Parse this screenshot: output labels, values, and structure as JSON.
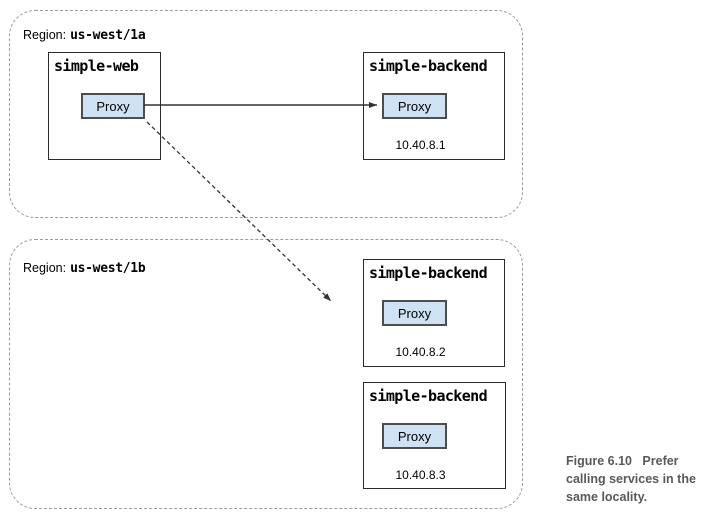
{
  "regions": [
    {
      "label_prefix": "Region:",
      "name": "us-west/1a",
      "nodes": [
        {
          "title": "simple-web",
          "proxy_label": "Proxy"
        },
        {
          "title": "simple-backend",
          "proxy_label": "Proxy",
          "ip": "10.40.8.1"
        }
      ]
    },
    {
      "label_prefix": "Region:",
      "name": "us-west/1b",
      "nodes": [
        {
          "title": "simple-backend",
          "proxy_label": "Proxy",
          "ip": "10.40.8.2"
        },
        {
          "title": "simple-backend",
          "proxy_label": "Proxy",
          "ip": "10.40.8.3"
        }
      ]
    }
  ],
  "connections": [
    {
      "from": "simple-web proxy (us-west/1a)",
      "to": "simple-backend proxy 10.40.8.1 (us-west/1a)",
      "style": "solid"
    },
    {
      "from": "simple-web proxy (us-west/1a)",
      "to": "region us-west/1b",
      "style": "dashed"
    }
  ],
  "caption": {
    "lines": [
      "Figure 6.10   Prefer",
      "calling services in the",
      "same locality."
    ]
  },
  "colors": {
    "proxy_fill": "#cfe2f3",
    "proxy_border": "#4d4d4d",
    "box_border": "#2b2b2b",
    "region_dash": "#9a9a9a",
    "arrow_color": "#333333",
    "caption_color": "#58595b"
  }
}
